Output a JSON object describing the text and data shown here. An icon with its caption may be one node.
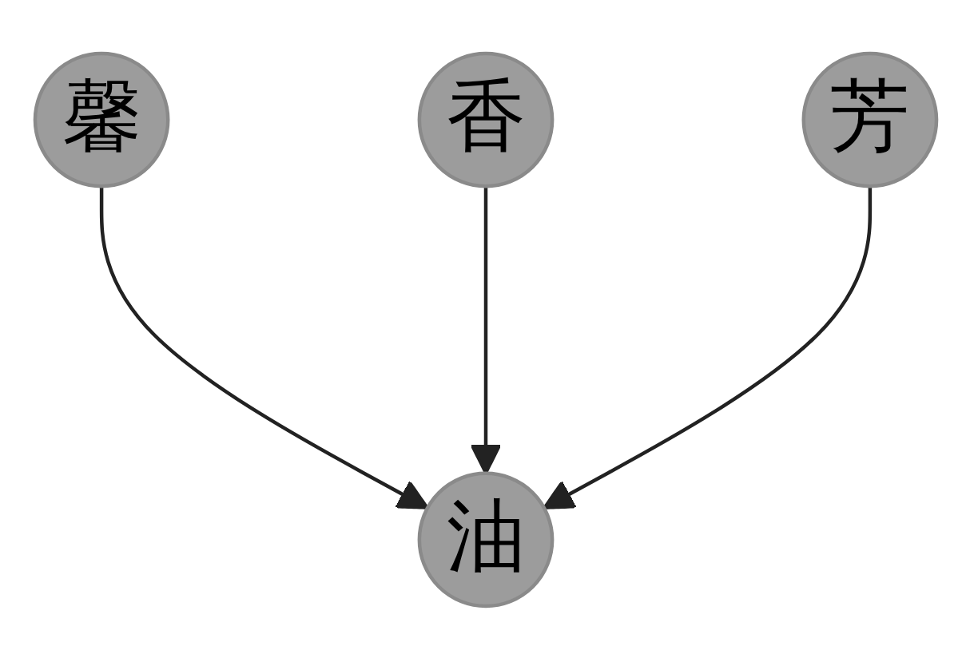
{
  "diagram": {
    "nodes": [
      {
        "text": [
          "馨"
        ]
      },
      {
        "text": [
          "香"
        ]
      },
      {
        "text": [
          "芳"
        ]
      },
      {
        "text": [
          "油"
        ]
      }
    ],
    "edges": [
      {
        "from": 0,
        "to": 3,
        "arrow": "to"
      },
      {
        "from": 1,
        "to": 3,
        "arrow": "to"
      },
      {
        "from": 2,
        "to": 3,
        "arrow": "to"
      }
    ]
  }
}
